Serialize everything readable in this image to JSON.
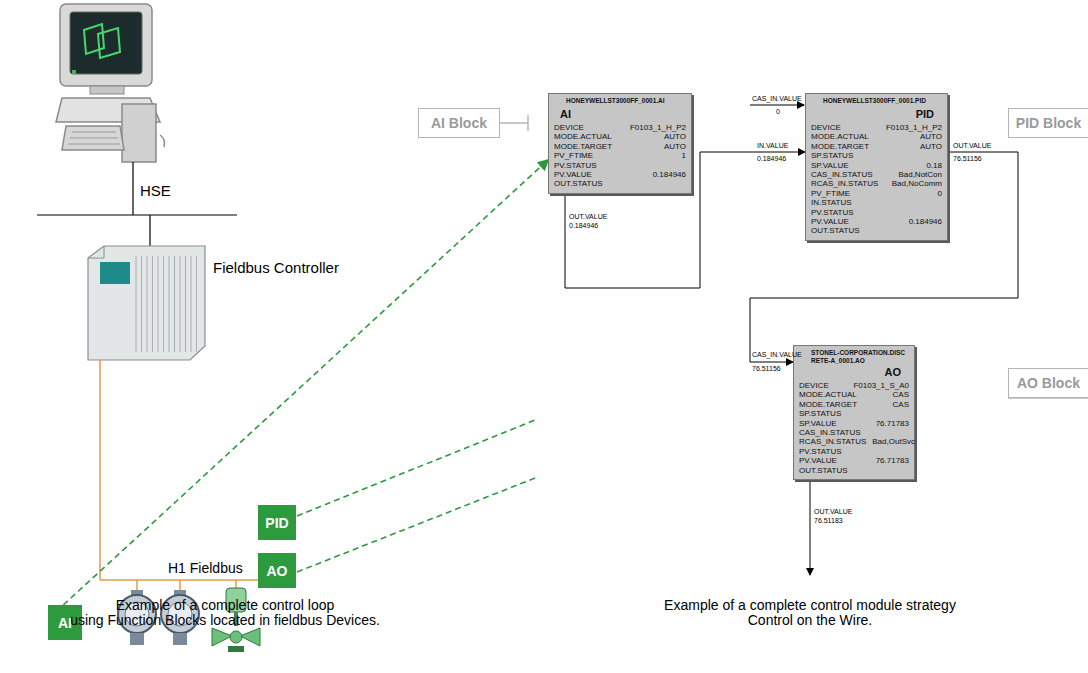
{
  "diagram": {
    "nodes": [
      {
        "text": [
          "AI"
        ]
      },
      {
        "text": [
          "PID"
        ]
      },
      {
        "text": [
          "AO"
        ]
      },
      {
        "text": [
          "AI Block"
        ]
      },
      {
        "text": [
          "HONEYWELLST3000FF_0001.AI",
          "AI",
          "DEVICE",
          "F0103_1_H_P2",
          "MODE.ACTUAL",
          "AUTO",
          "MODE.TARGET",
          "AUTO",
          "PV_FTIME",
          "1",
          "PV.STATUS",
          "PV.VALUE",
          "0.184946",
          "OUT.STATUS"
        ]
      },
      {
        "text": [
          "HONEYWELLST3000FF_0001.PID",
          "PID",
          "DEVICE",
          "F0103_1_H_P2",
          "MODE.ACTUAL",
          "AUTO",
          "MODE.TARGET",
          "AUTO",
          "SP.STATUS",
          "SP.VALUE",
          "0.18",
          "CAS_IN.STATUS",
          "Bad,NotCon",
          "RCAS_IN.STATUS",
          "Bad,NoComm",
          "PV_FTIME",
          "0",
          "IN.STATUS",
          "PV.STATUS",
          "PV.VALUE",
          "0.184946",
          "OUT.STATUS"
        ]
      },
      {
        "text": [
          "PID Block"
        ]
      },
      {
        "text": [
          "STONEL-CORPORATION.DISCRETE-A_0001.AO",
          "AO",
          "DEVICE",
          "F0103_1_S_A0",
          "MODE.ACTUAL",
          "CAS",
          "MODE.TARGET",
          "CAS",
          "SP.STATUS",
          "SP.VALUE",
          "76.71783",
          "CAS_IN.STATUS",
          "RCAS_IN.STATUS",
          "Bad,OutSvc",
          "PV.STATUS",
          "PV.VALUE",
          "76.71783",
          "OUT.STATUS"
        ]
      },
      {
        "text": [
          "AO Block"
        ]
      }
    ],
    "edges": [
      {
        "from": 0,
        "to": 4,
        "arrow": "to"
      },
      {
        "from": 4,
        "to": 5,
        "arrow": "to"
      },
      {
        "from": 5,
        "to": 7,
        "arrow": "to"
      }
    ],
    "labels": [
      "HSE",
      "Fieldbus Controller",
      "H1 Fieldbus",
      "CAS_IN.VALUE",
      "0",
      "IN.VALUE",
      "0.184946",
      "OUT.VALUE",
      "0.184946",
      "OUT.VALUE",
      "76.51156",
      "CAS_IN.VALUE",
      "76.51156",
      "OUT.VALUE",
      "76.51183",
      "Example of a complete control loop using Function Blocks located in fieldbus Devices.",
      "Example of a complete control module strategy Control on the Wire."
    ]
  }
}
